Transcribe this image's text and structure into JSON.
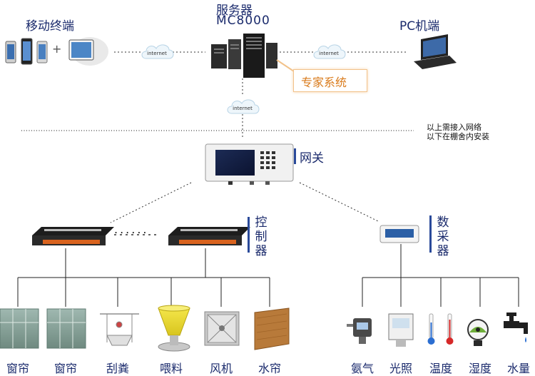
{
  "top": {
    "mobile_label": "移动终端",
    "server_label_line1": "服务器",
    "server_label_line2": "MC8000",
    "pc_label": "PC机端",
    "expert_label": "专家系统",
    "internet_label": "internet",
    "plus_sign": "+"
  },
  "boundary_note": {
    "line1": "以上需接入网络",
    "line2": "以下在棚舍内安装"
  },
  "gateway": {
    "label": "网关"
  },
  "controller": {
    "label": "控制器",
    "ellipsis": "......"
  },
  "collector": {
    "label": "数采器"
  },
  "devices_left": [
    "窗帘",
    "窗帘",
    "刮粪",
    "喂料",
    "风机",
    "水帘"
  ],
  "devices_right": [
    "氨气",
    "光照",
    "温度",
    "湿度",
    "水量"
  ],
  "colors": {
    "label_blue": "#1a2a6c",
    "expert_orange": "#d97a1a",
    "line_dark": "#222222",
    "accent_bar": "#2a4a9a"
  },
  "icons": [
    "phone-icon",
    "tablet-icon",
    "server-icon",
    "laptop-icon",
    "cloud-icon",
    "gateway-device-icon",
    "controller-device-icon",
    "collector-device-icon",
    "window-curtain-icon",
    "manure-scraper-icon",
    "feeder-icon",
    "fan-icon",
    "water-curtain-icon",
    "ammonia-sensor-icon",
    "light-sensor-icon",
    "thermometer-icon",
    "humidity-sensor-icon",
    "water-tap-icon"
  ]
}
